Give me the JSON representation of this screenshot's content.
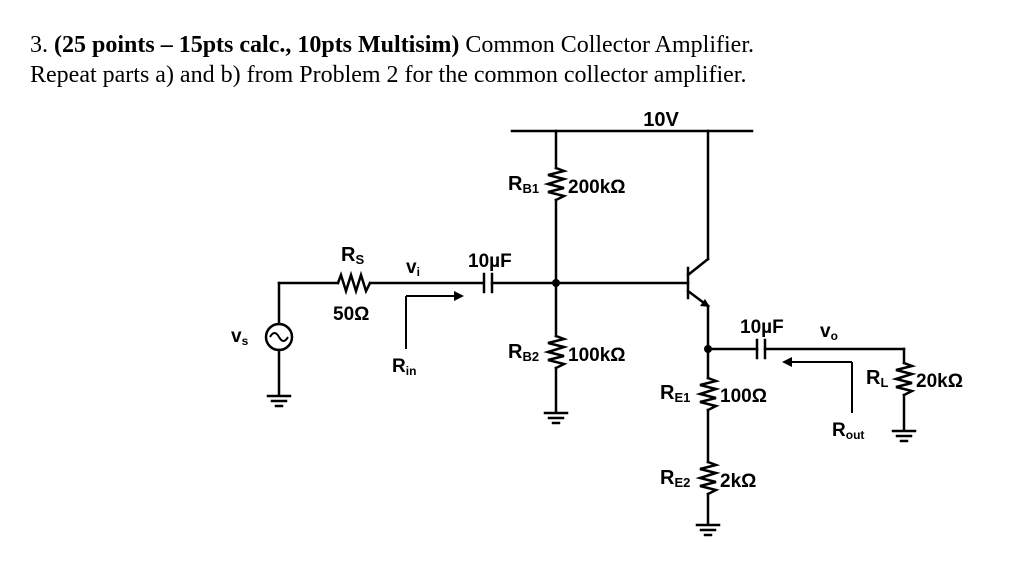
{
  "problem": {
    "number": "3.",
    "points": "(25 points – 15pts calc., 10pts Multisim)",
    "title": "Common Collector Amplifier.",
    "instruction": "Repeat parts a) and b) from Problem 2 for the common collector amplifier."
  },
  "circuit": {
    "supply": "10V",
    "rs": {
      "name": "R",
      "sub": "S",
      "value": "50Ω"
    },
    "vs": {
      "name": "v",
      "sub": "s"
    },
    "vi": {
      "name": "v",
      "sub": "i"
    },
    "rin": {
      "name": "R",
      "sub": "in"
    },
    "cin": {
      "value": "10µF"
    },
    "rb1": {
      "name": "R",
      "sub": "B1",
      "value": "200kΩ"
    },
    "rb2": {
      "name": "R",
      "sub": "B2",
      "value": "100kΩ"
    },
    "re1": {
      "name": "R",
      "sub": "E1",
      "value": "100Ω"
    },
    "re2": {
      "name": "R",
      "sub": "E2",
      "value": "2kΩ"
    },
    "cout": {
      "value": "10µF"
    },
    "vo": {
      "name": "v",
      "sub": "o"
    },
    "rl": {
      "name": "R",
      "sub": "L",
      "value": "20kΩ"
    },
    "rout": {
      "name": "R",
      "sub": "out"
    }
  }
}
